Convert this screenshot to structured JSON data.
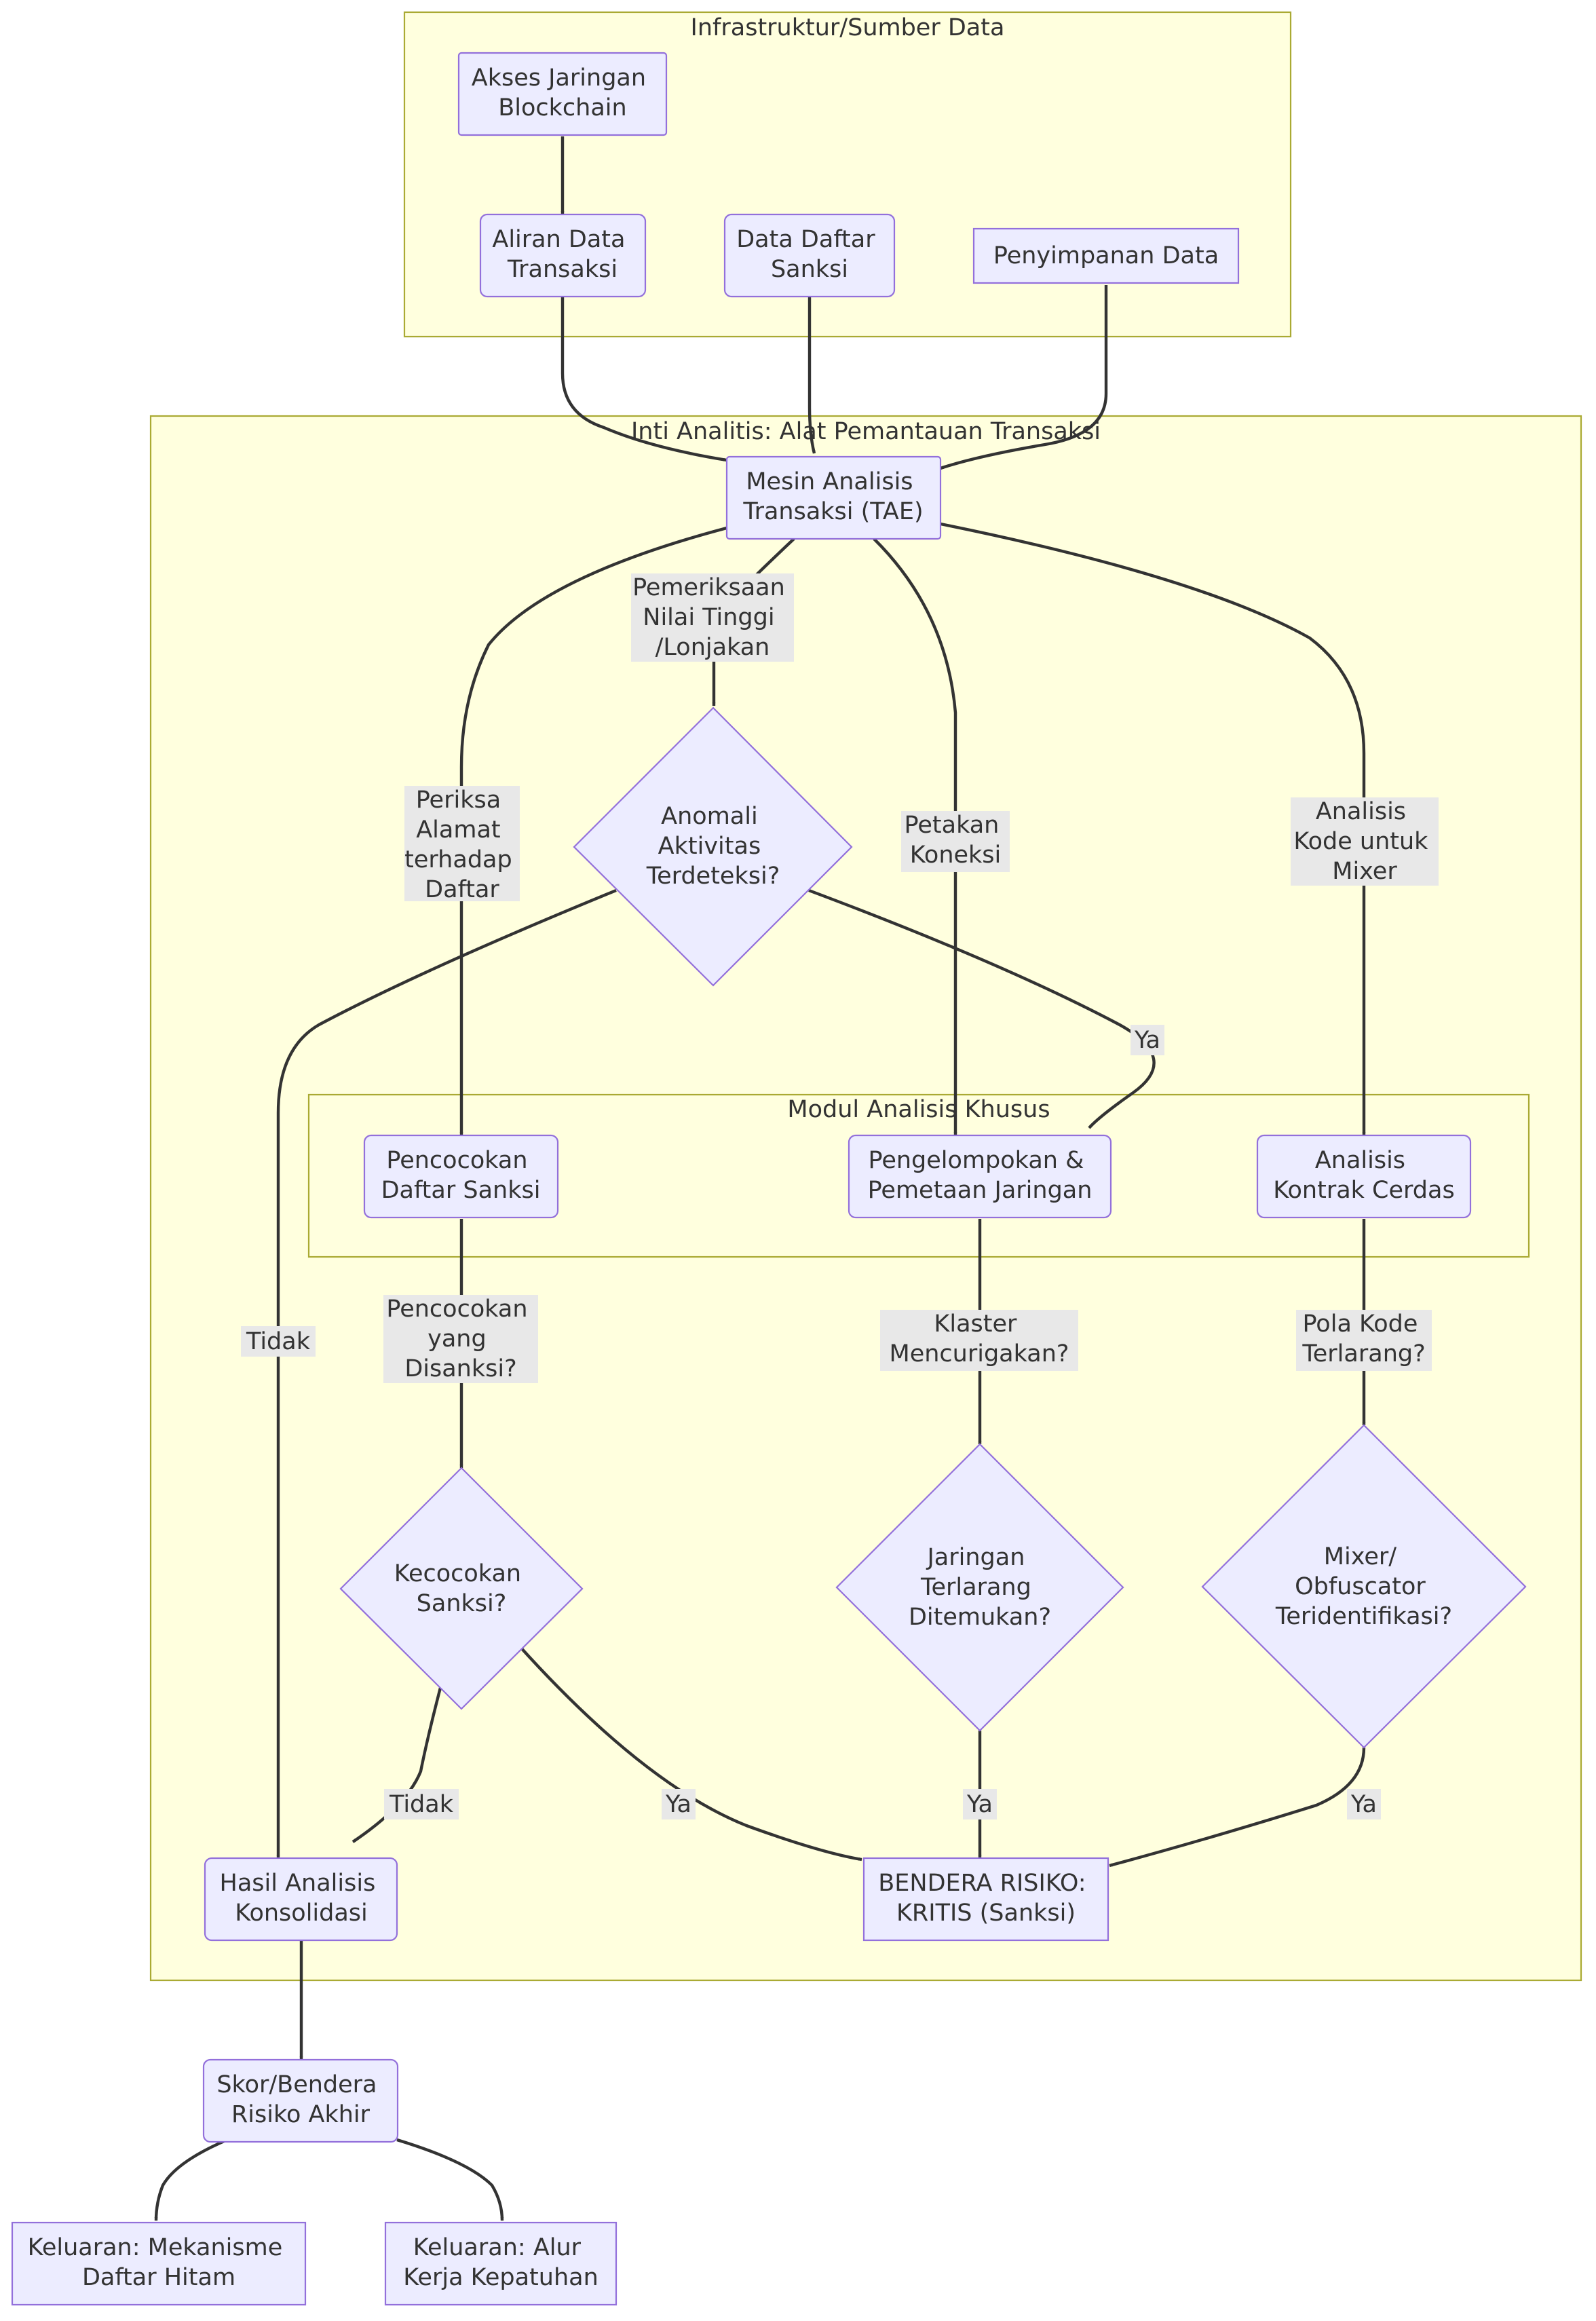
{
  "diagram": {
    "subgraphs": {
      "infra": "Infrastruktur/Sumber Data",
      "core": "Inti Analitis: Alat Pemantauan Transaksi",
      "modul": "Modul Analisis Khusus"
    },
    "nodes": {
      "akses": [
        "Akses Jaringan",
        "Blockchain"
      ],
      "aliran": [
        "Aliran Data",
        "Transaksi"
      ],
      "daftar": [
        "Data Daftar",
        "Sanksi"
      ],
      "simpan": [
        "Penyimpanan Data"
      ],
      "tae": [
        "Mesin Analisis",
        "Transaksi (TAE)"
      ],
      "anomali": [
        "Anomali",
        "Aktivitas",
        "Terdeteksi?"
      ],
      "pencocokan": [
        "Pencocokan",
        "Daftar Sanksi"
      ],
      "kelompok": [
        "Pengelompokan &",
        "Pemetaan Jaringan"
      ],
      "kontrak": [
        "Analisis",
        "Kontrak Cerdas"
      ],
      "kecocokan": [
        "Kecocokan",
        "Sanksi?"
      ],
      "jaringan": [
        "Jaringan",
        "Terlarang",
        "Ditemukan?"
      ],
      "mixer": [
        "Mixer/",
        "Obfuscator",
        "Teridentifikasi?"
      ],
      "hasil": [
        "Hasil Analisis",
        "Konsolidasi"
      ],
      "bendera": [
        "BENDERA RISIKO:",
        "KRITIS (Sanksi)"
      ],
      "skor": [
        "Skor/Bendera",
        "Risiko Akhir"
      ],
      "out1": [
        "Keluaran: Mekanisme",
        "Daftar Hitam"
      ],
      "out2": [
        "Keluaran: Alur",
        "Kerja Kepatuhan"
      ]
    },
    "edge_labels": {
      "periksa": [
        "Periksa",
        "Alamat",
        "terhadap",
        "Daftar"
      ],
      "pemeriksaan": [
        "Pemeriksaan",
        "Nilai Tinggi",
        "/Lonjakan"
      ],
      "petakan": [
        "Petakan",
        "Koneksi"
      ],
      "analisis_kode": [
        "Analisis",
        "Kode untuk",
        "Mixer"
      ],
      "ya_anomali": [
        "Ya"
      ],
      "tidak_anomali": [
        "Tidak"
      ],
      "pencocokan_q": [
        "Pencocokan",
        "yang",
        "Disanksi?"
      ],
      "klaster": [
        "Klaster",
        "Mencurigakan?"
      ],
      "pola": [
        "Pola Kode",
        "Terlarang?"
      ],
      "tidak_kecocokan": [
        "Tidak"
      ],
      "ya_kecocokan": [
        "Ya"
      ],
      "ya_jaringan": [
        "Ya"
      ],
      "ya_mixer": [
        "Ya"
      ]
    }
  }
}
